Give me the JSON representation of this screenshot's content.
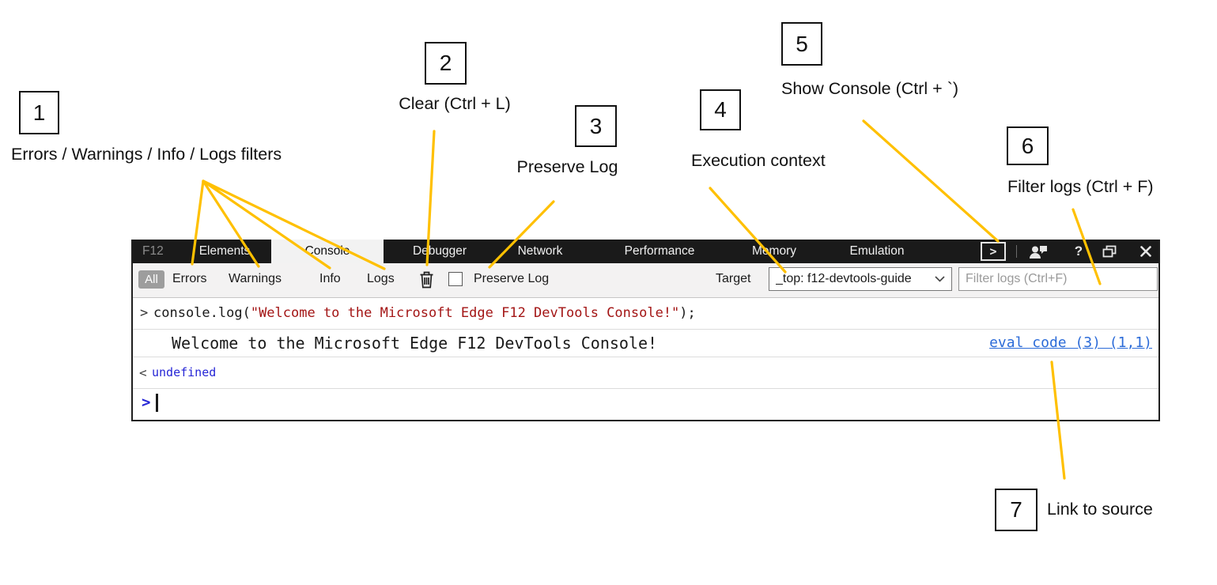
{
  "annotations": [
    {
      "number": "1",
      "label": "Errors / Warnings / Info / Logs filters"
    },
    {
      "number": "2",
      "label": "Clear (Ctrl + L)"
    },
    {
      "number": "3",
      "label": "Preserve Log"
    },
    {
      "number": "4",
      "label": "Execution context"
    },
    {
      "number": "5",
      "label": "Show Console (Ctrl + `)"
    },
    {
      "number": "6",
      "label": "Filter logs (Ctrl + F)"
    },
    {
      "number": "7",
      "label": "Link to source"
    }
  ],
  "devtools": {
    "titlebar": {
      "app_label": "F12",
      "tabs": [
        {
          "label": "Elements"
        },
        {
          "label": "Console",
          "active": true
        },
        {
          "label": "Debugger"
        },
        {
          "label": "Network"
        },
        {
          "label": "Performance"
        },
        {
          "label": "Memory"
        },
        {
          "label": "Emulation"
        }
      ],
      "console_launcher_glyph": ">",
      "help_label": "?",
      "icons": [
        "console-launcher-icon",
        "feedback-person-icon",
        "help-icon",
        "dock-window-icon",
        "close-icon"
      ]
    },
    "toolbar": {
      "filters": [
        {
          "label": "All",
          "selected": true
        },
        {
          "label": "Errors"
        },
        {
          "label": "Warnings"
        },
        {
          "label": "Info"
        },
        {
          "label": "Logs"
        }
      ],
      "preserve_log_label": "Preserve Log",
      "preserve_log_checked": false,
      "target_label": "Target",
      "target_value": "_top: f12-devtools-guide",
      "filter_placeholder": "Filter logs (Ctrl+F)"
    },
    "console": {
      "input_echo": {
        "prefix": ">",
        "code_before": "console.log(",
        "string_literal": "\"Welcome to the Microsoft Edge F12 DevTools Console!\"",
        "code_after": ");"
      },
      "output": {
        "text": "Welcome to the Microsoft Edge F12 DevTools Console!",
        "source_link": "eval code (3) (1,1)"
      },
      "result": {
        "prefix": "<",
        "value": "undefined"
      },
      "prompt": {
        "prefix": ">"
      }
    }
  },
  "colors": {
    "callout_line": "#FFC000",
    "string_red": "#A31515",
    "value_blue": "#2525D6",
    "link_blue": "#2B6BD8",
    "titlebar_black": "#1A1A1A"
  }
}
